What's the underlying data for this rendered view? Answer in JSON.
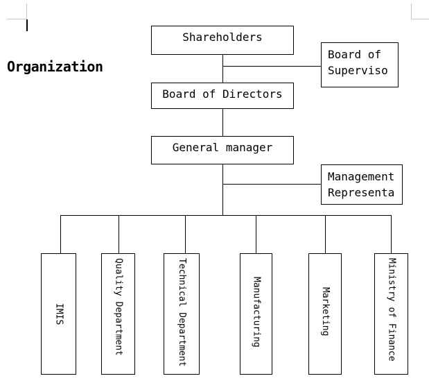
{
  "document": {
    "title": "Organization"
  },
  "org_chart": {
    "top_boxes": {
      "shareholders": "Shareholders",
      "board_of_directors": "Board of Directors",
      "general_manager": "General manager"
    },
    "side_boxes": {
      "board_of_supervisors": [
        "Board of",
        "Superviso"
      ],
      "management_representative": [
        "Management",
        "Representa"
      ]
    },
    "departments": [
      "IMIS",
      "Quality Department",
      "Technical Department",
      "Manufacturing",
      "Marketing",
      "Ministry of Finance"
    ]
  }
}
